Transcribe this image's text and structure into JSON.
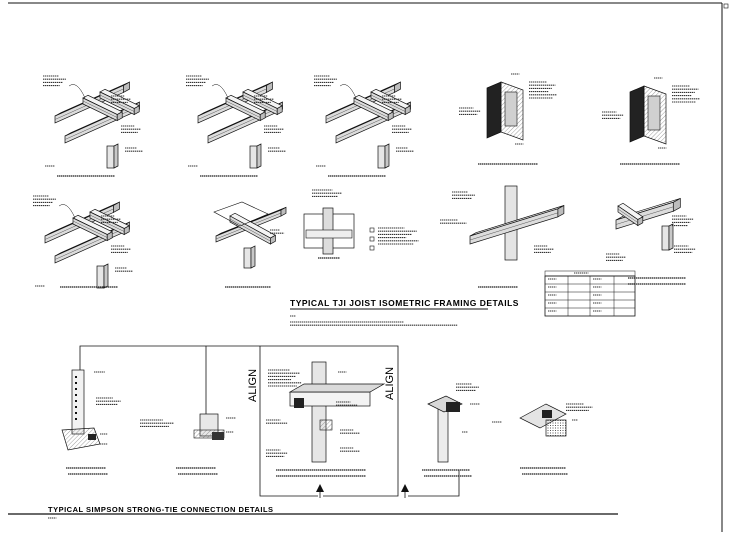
{
  "section1": {
    "title": "TYPICAL TJI JOIST ISOMETRIC FRAMING DETAILS"
  },
  "section2": {
    "title": "TYPICAL SIMPSON STRONG-TIE CONNECTION DETAILS"
  },
  "align_labels": [
    "ALIGN",
    "ALIGN"
  ],
  "legend_box": {
    "title": "SCHEDULE"
  },
  "colors": {
    "line": "#111111",
    "fill": "#e8e8e8",
    "dark": "#555555",
    "hatch": "#9a9a9a"
  },
  "icons": [
    "isometric-joist-icon",
    "post-connector-icon",
    "arrow-up-icon"
  ]
}
